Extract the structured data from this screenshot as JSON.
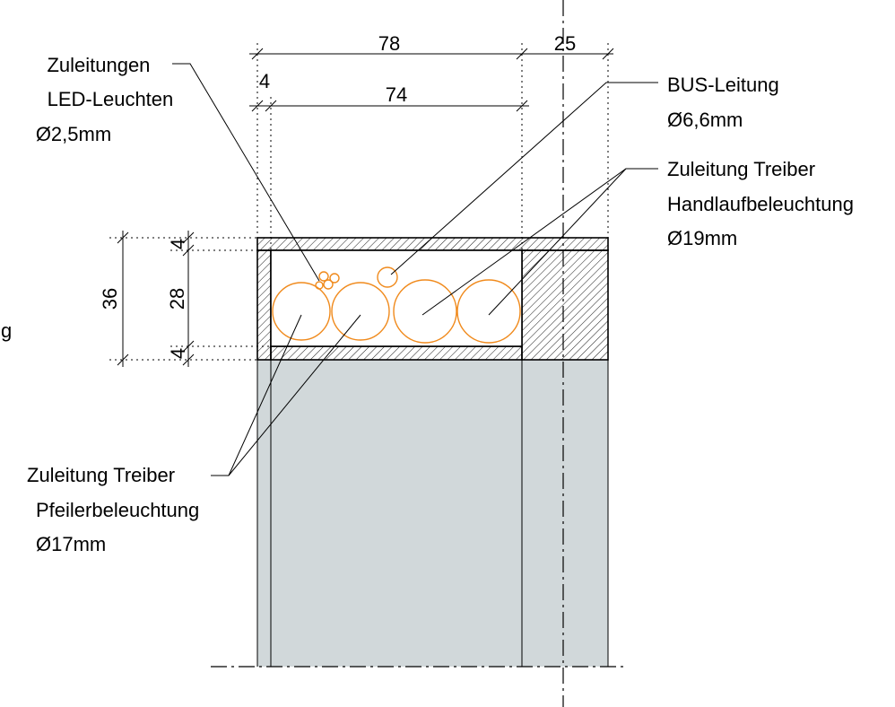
{
  "dimensions": {
    "total_width": "78",
    "right_width": "25",
    "left_wall": "4",
    "inner_width": "74",
    "total_height": "36",
    "inner_height": "28",
    "top_wall": "4",
    "bottom_wall": "4"
  },
  "labels": {
    "led_leads": [
      "Zuleitungen",
      "LED-Leuchten",
      "Ø2,5mm"
    ],
    "bus_line": [
      "BUS-Leitung",
      "Ø6,6mm"
    ],
    "handrail_driver": [
      "Zuleitung Treiber",
      "Handlaufbeleuchtung",
      "Ø19mm"
    ],
    "pillar_driver": [
      "Zuleitung Treiber",
      "Pfeilerbeleuchtung",
      "Ø17mm"
    ],
    "cut_off_left": "g"
  },
  "colors": {
    "cable": "#f08a1c",
    "concrete": "#d1d8da",
    "line": "#000000"
  }
}
